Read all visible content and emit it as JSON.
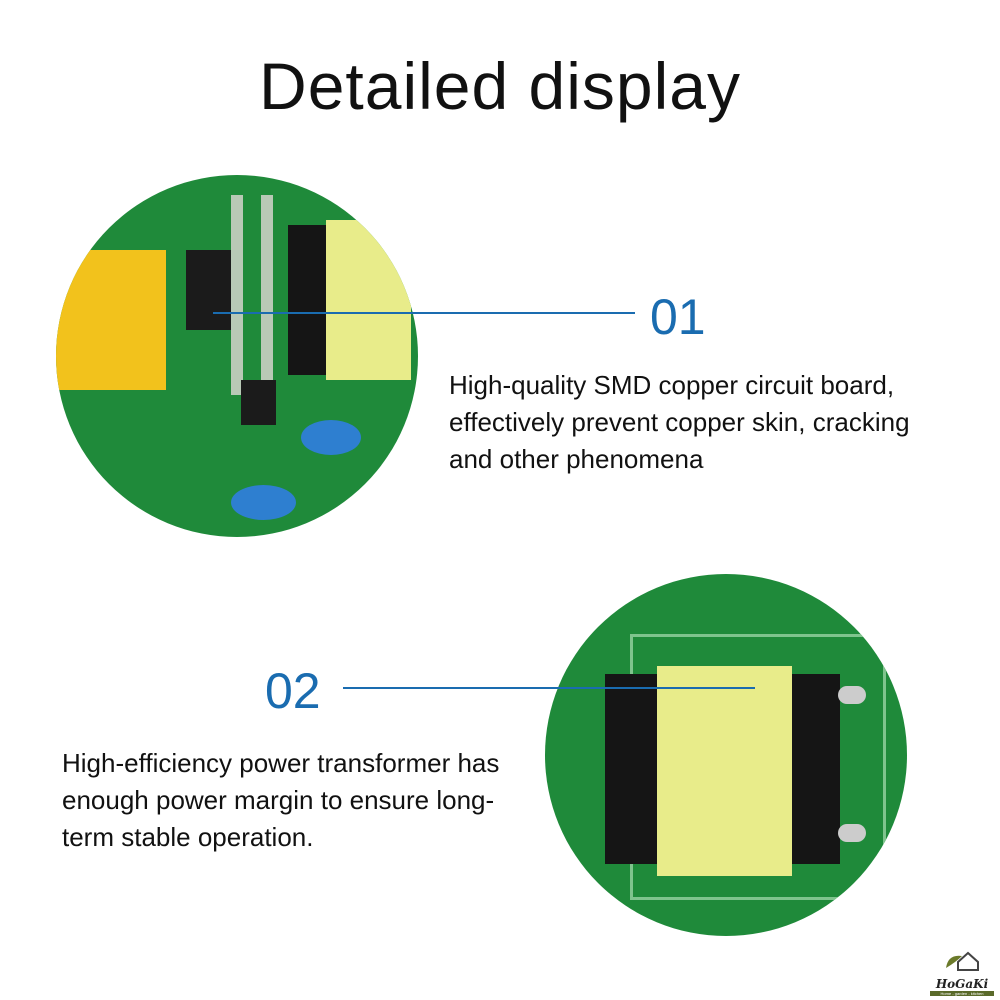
{
  "title": "Detailed display",
  "features": [
    {
      "number": "01",
      "text": "High-quality SMD copper circuit board, effectively prevent copper skin, cracking and other phenomena"
    },
    {
      "number": "02",
      "text": "High-efficiency power transformer has enough power margin to ensure long-term stable operation."
    }
  ],
  "logo": {
    "name": "HoGaKi",
    "tagline": "Home - garden - kitchen"
  },
  "colors": {
    "accent": "#1a6cb0",
    "pcb": "#1f8a3a",
    "transformer": "#e8ec8a"
  }
}
